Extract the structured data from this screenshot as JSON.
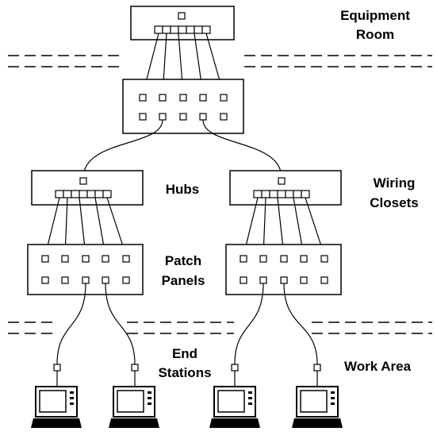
{
  "labels": {
    "equipment_room_line1": "Equipment",
    "equipment_room_line2": "Room",
    "hubs": "Hubs",
    "wiring_closets_line1": "Wiring",
    "wiring_closets_line2": "Closets",
    "patch_panels_line1": "Patch",
    "patch_panels_line2": "Panels",
    "end_stations_line1": "End",
    "end_stations_line2": "Stations",
    "work_area": "Work Area"
  },
  "colors": {
    "stroke": "#000000",
    "background": "#ffffff",
    "screen": "#ffffff"
  },
  "icons": {
    "end_station": "laptop-icon"
  }
}
